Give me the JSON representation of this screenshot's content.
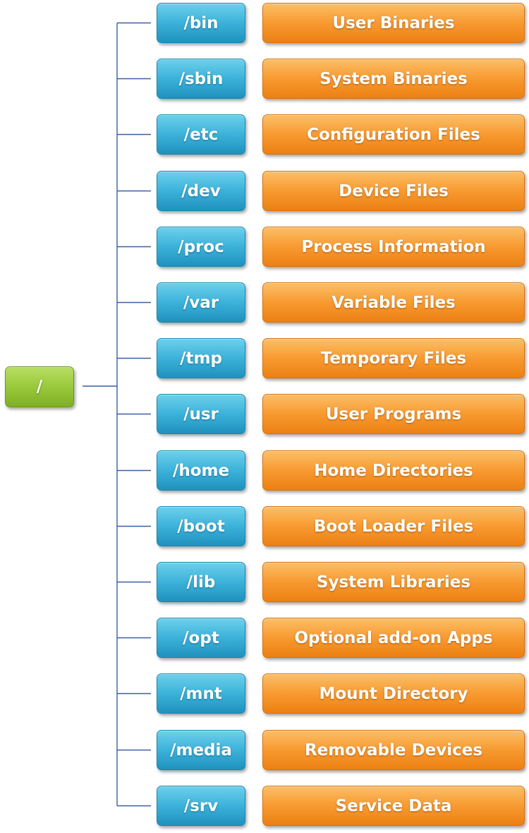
{
  "root": {
    "label": "/"
  },
  "colors": {
    "root": "#9ccb3f",
    "directory": "#3bb2da",
    "description": "#f89a30",
    "connector": "#3a5fa6"
  },
  "directories": [
    {
      "path": "/bin",
      "description": "User Binaries"
    },
    {
      "path": "/sbin",
      "description": "System Binaries"
    },
    {
      "path": "/etc",
      "description": "Configuration Files"
    },
    {
      "path": "/dev",
      "description": "Device Files"
    },
    {
      "path": "/proc",
      "description": "Process Information"
    },
    {
      "path": "/var",
      "description": "Variable Files"
    },
    {
      "path": "/tmp",
      "description": "Temporary Files"
    },
    {
      "path": "/usr",
      "description": "User Programs"
    },
    {
      "path": "/home",
      "description": "Home Directories"
    },
    {
      "path": "/boot",
      "description": "Boot Loader Files"
    },
    {
      "path": "/lib",
      "description": "System Libraries"
    },
    {
      "path": "/opt",
      "description": "Optional add-on Apps"
    },
    {
      "path": "/mnt",
      "description": "Mount Directory"
    },
    {
      "path": "/media",
      "description": "Removable Devices"
    },
    {
      "path": "/srv",
      "description": "Service Data"
    }
  ]
}
